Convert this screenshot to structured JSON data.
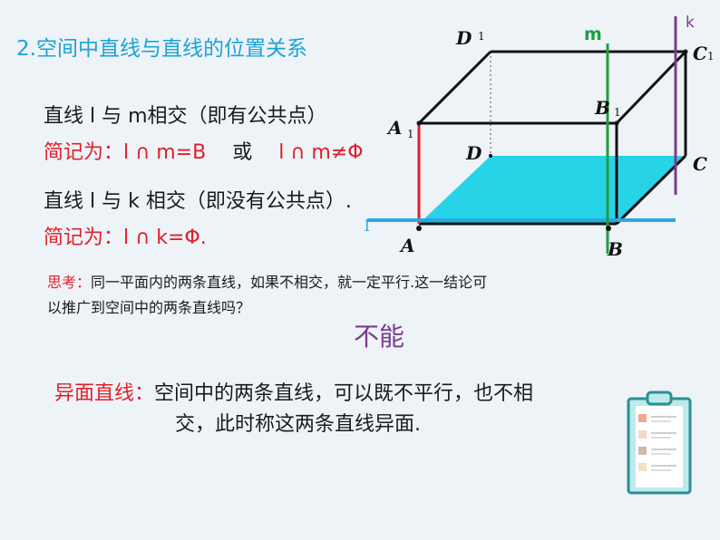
{
  "title": "2.空间中直线与直线的位置关系",
  "relations": {
    "intersect_line": "直线 l 与 m相交（即有公共点）",
    "intersect_note_label": "简记为：",
    "intersect_note_formula": "l ∩ m=B",
    "intersect_or": "或",
    "intersect_alt_formula": "l ∩ m≠Φ",
    "disjoint_line": "直线 l 与 k 相交（即没有公共点）.",
    "disjoint_note_label": "简记为：",
    "disjoint_note_formula": "l ∩ k=Φ."
  },
  "question": {
    "label": "思考：",
    "line1": "同一平面内的两条直线，如果不相交，就一定平行.这一结论可",
    "line2": "以推广到空间中的两条直线吗？"
  },
  "answer": "不能",
  "definition": {
    "term": "异面直线：",
    "line1": "空间中的两条直线，可以既不平行，也不相",
    "line2": "交，此时称这两条直线异面."
  },
  "diagram": {
    "labels": {
      "D1": "D",
      "D1_sub": "1",
      "C1": "C",
      "C1_sub": "1",
      "A1": "A",
      "A1_sub": "1",
      "B1": "B",
      "B1_sub": "1",
      "D": "D",
      "C": "C",
      "A": "A",
      "B": "B",
      "m": "m",
      "k": "k",
      "l": "l"
    },
    "colors": {
      "plane": "#27d3e6",
      "line_m": "#1f9e3a",
      "line_k": "#7a3b8f",
      "line_l": "#2aa7e0",
      "edge_red": "#e0202a",
      "box": "#111111"
    }
  },
  "icons": [
    "clipboard-icon"
  ]
}
